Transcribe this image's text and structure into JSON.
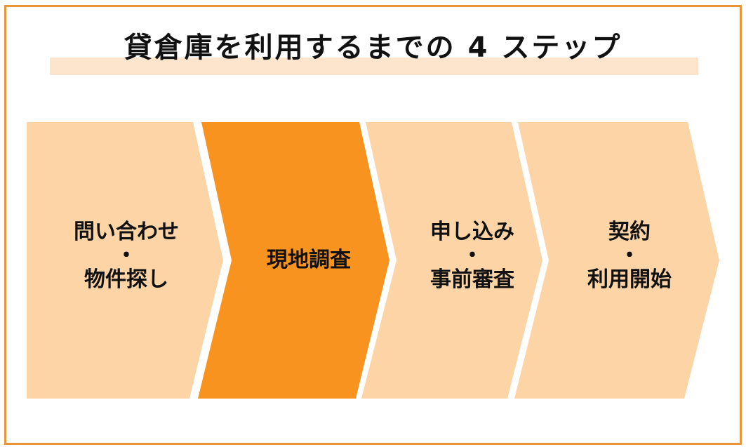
{
  "title": "貸倉庫を利用するまでの 4 ステップ",
  "colors": {
    "border": "#E8963A",
    "title_highlight": "#FCE5CC",
    "step_inactive": "#FCD4A5",
    "step_active": "#F7931E",
    "text": "#111111"
  },
  "steps": [
    {
      "line1": "問い合わせ",
      "separator": "・",
      "line2": "物件探し",
      "active": false
    },
    {
      "line1": "現地調査",
      "active": true
    },
    {
      "line1": "申し込み",
      "separator": "・",
      "line2": "事前審査",
      "active": false
    },
    {
      "line1": "契約",
      "separator": "・",
      "line2": "利用開始",
      "active": false
    }
  ]
}
